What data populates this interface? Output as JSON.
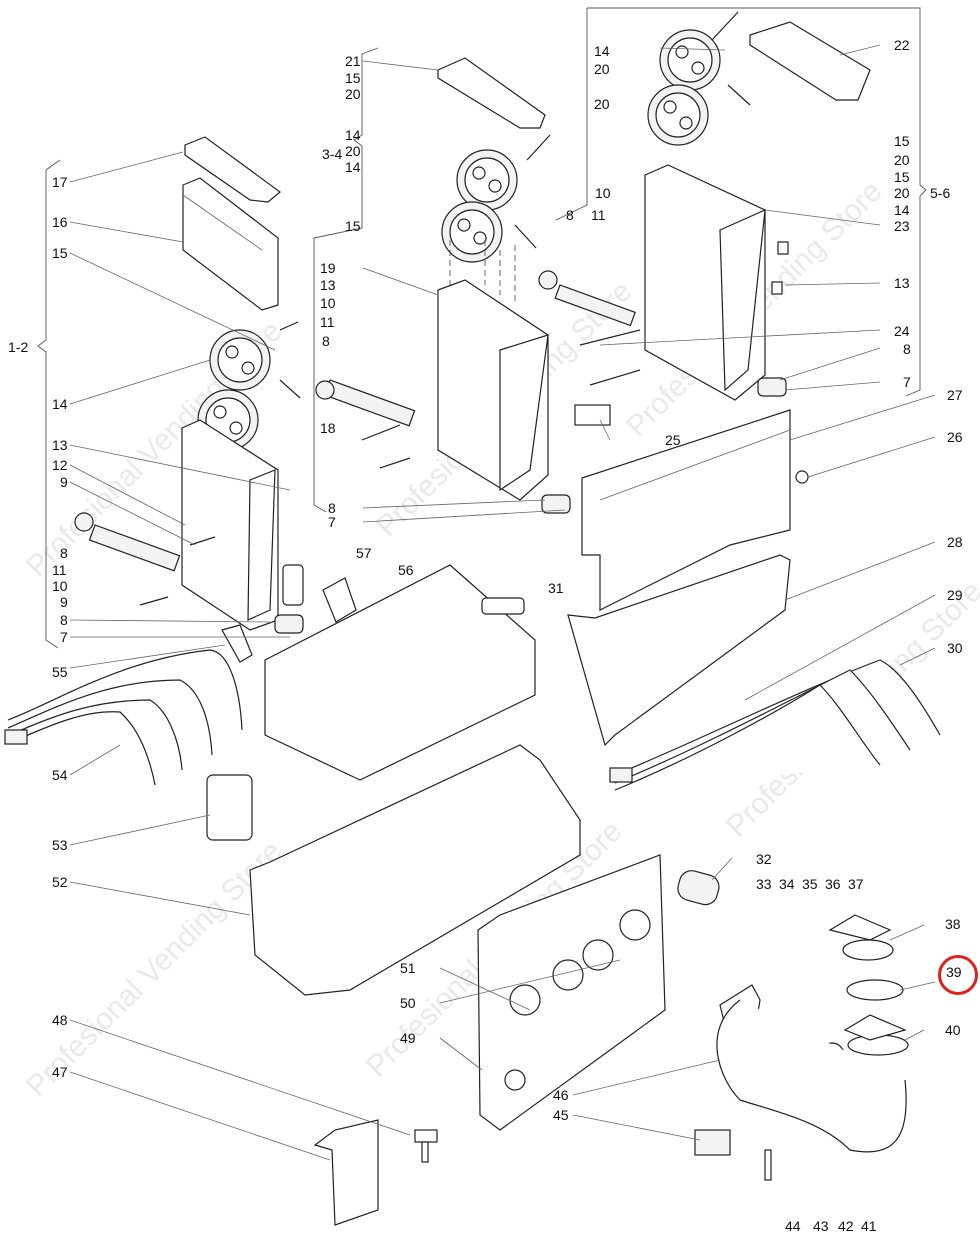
{
  "watermark": "Profesional Vending Store",
  "highlight": {
    "part": "39",
    "color": "#e0201c"
  },
  "group_labels": [
    "1-2",
    "3-4",
    "5-6"
  ],
  "callouts": {
    "left_group": [
      "17",
      "16",
      "15",
      "14",
      "13",
      "12",
      "9",
      "8",
      "11",
      "10",
      "9",
      "8",
      "7"
    ],
    "mid_group": [
      "21",
      "15",
      "20",
      "14",
      "20",
      "14",
      "15",
      "19",
      "13",
      "10",
      "11",
      "8",
      "18",
      "8",
      "7"
    ],
    "mid_right_top": [
      "10",
      "8",
      "11"
    ],
    "right_group": [
      "22",
      "14",
      "20",
      "20",
      "15",
      "20",
      "15",
      "20",
      "14",
      "23",
      "13",
      "24",
      "8",
      "7"
    ],
    "right_column": [
      "27",
      "26",
      "25",
      "28",
      "29",
      "30"
    ],
    "middle_misc": [
      "57",
      "56",
      "31",
      "55",
      "54",
      "53",
      "52"
    ],
    "bottom_assembly": [
      "32",
      "33",
      "34",
      "35",
      "36",
      "37",
      "38",
      "39",
      "40",
      "41",
      "42",
      "43",
      "44",
      "45",
      "46",
      "49",
      "50",
      "51",
      "48",
      "47"
    ]
  },
  "labels": {
    "l17": "17",
    "l16": "16",
    "l15a": "15",
    "l14a": "14",
    "l13a": "13",
    "l12": "12",
    "l9a": "9",
    "l8a": "8",
    "l11a": "11",
    "l10a": "10",
    "l9b": "9",
    "l8b": "8",
    "l7a": "7",
    "l21": "21",
    "l15b": "15",
    "l20a": "20",
    "l14b": "14",
    "l20b": "20",
    "l14c": "14",
    "l15c": "15",
    "l19": "19",
    "l13b": "13",
    "l10b": "10",
    "l11b": "11",
    "l8c": "8",
    "l18": "18",
    "l8d": "8",
    "l7b": "7",
    "l10c": "10",
    "l8e": "8",
    "l11c": "11",
    "l14d": "14",
    "l20c": "20",
    "l20d": "20",
    "l22": "22",
    "l15d": "15",
    "l20e": "20",
    "l15e": "15",
    "l20f": "20",
    "l14e": "14",
    "l23": "23",
    "l13c": "13",
    "l24": "24",
    "l8f": "8",
    "l7c": "7",
    "l27": "27",
    "l26": "26",
    "l25": "25",
    "l28": "28",
    "l29": "29",
    "l30": "30",
    "l57": "57",
    "l56": "56",
    "l31": "31",
    "l55": "55",
    "l54": "54",
    "l53": "53",
    "l52": "52",
    "l32": "32",
    "l33": "33",
    "l34": "34",
    "l35": "35",
    "l36": "36",
    "l37": "37",
    "l38": "38",
    "l39": "39",
    "l40": "40",
    "l41": "41",
    "l42": "42",
    "l43": "43",
    "l44": "44",
    "l45": "45",
    "l46": "46",
    "l49": "49",
    "l50": "50",
    "l51": "51",
    "l48": "48",
    "l47": "47",
    "g12": "1-2",
    "g34": "3-4",
    "g56": "5-6"
  }
}
